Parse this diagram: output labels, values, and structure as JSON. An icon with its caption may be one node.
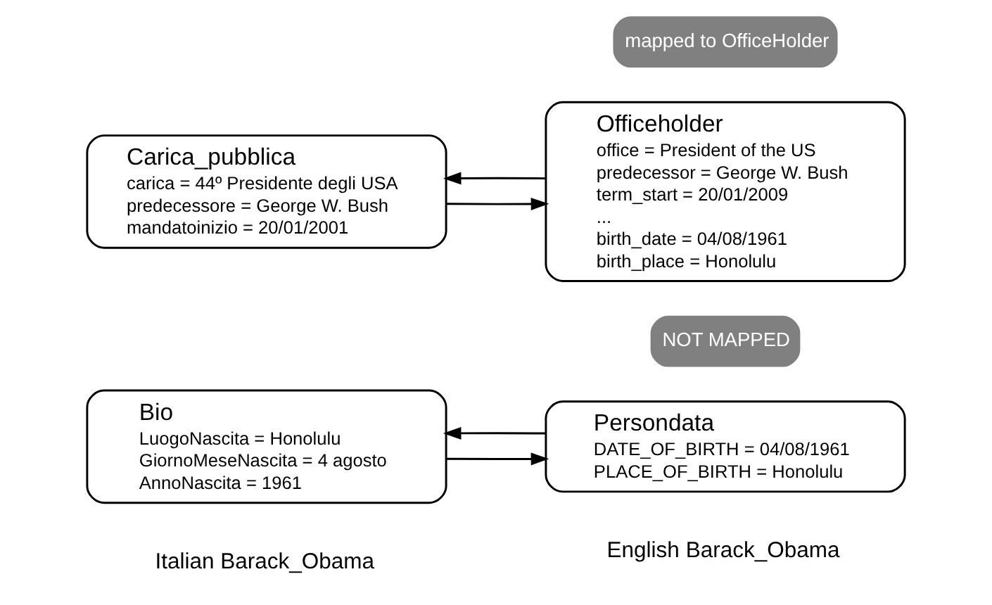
{
  "diagram": {
    "nodes": [
      {
        "text": [
          "Bio",
          "LuogoNascita = Honolulu",
          "GiornoMeseNascita = 4 agosto",
          "AnnoNascita = 1961"
        ]
      },
      {
        "text": [
          "Persondata",
          "DATE_OF_BIRTH = 04/08/1961",
          "PLACE_OF_BIRTH = Honolulu"
        ],
        "beside": [
          "NOT MAPPED"
        ]
      },
      {
        "text": [
          "Carica_pubblica",
          "carica = 44º Presidente degli USA",
          "predecessore = George W. Bush",
          "mandatoinizio = 20/01/2001"
        ]
      },
      {
        "text": [
          "Officeholder",
          "office = President of the US",
          "predecessor = George W. Bush",
          "term_start = 20/01/2009",
          "...",
          "birth_date = 04/08/1961",
          "birth_place = Honolulu"
        ],
        "beside": [
          "mapped to OfficeHolder"
        ]
      }
    ],
    "edges": [
      {
        "from": 0,
        "to": 1,
        "arrow": "to"
      },
      {
        "from": 1,
        "to": 0,
        "arrow": "to"
      },
      {
        "from": 2,
        "to": 3,
        "arrow": "to"
      },
      {
        "from": 3,
        "to": 2,
        "arrow": "to"
      }
    ],
    "labels": [
      "Italian Barack_Obama",
      "English Barack_Obama"
    ]
  }
}
